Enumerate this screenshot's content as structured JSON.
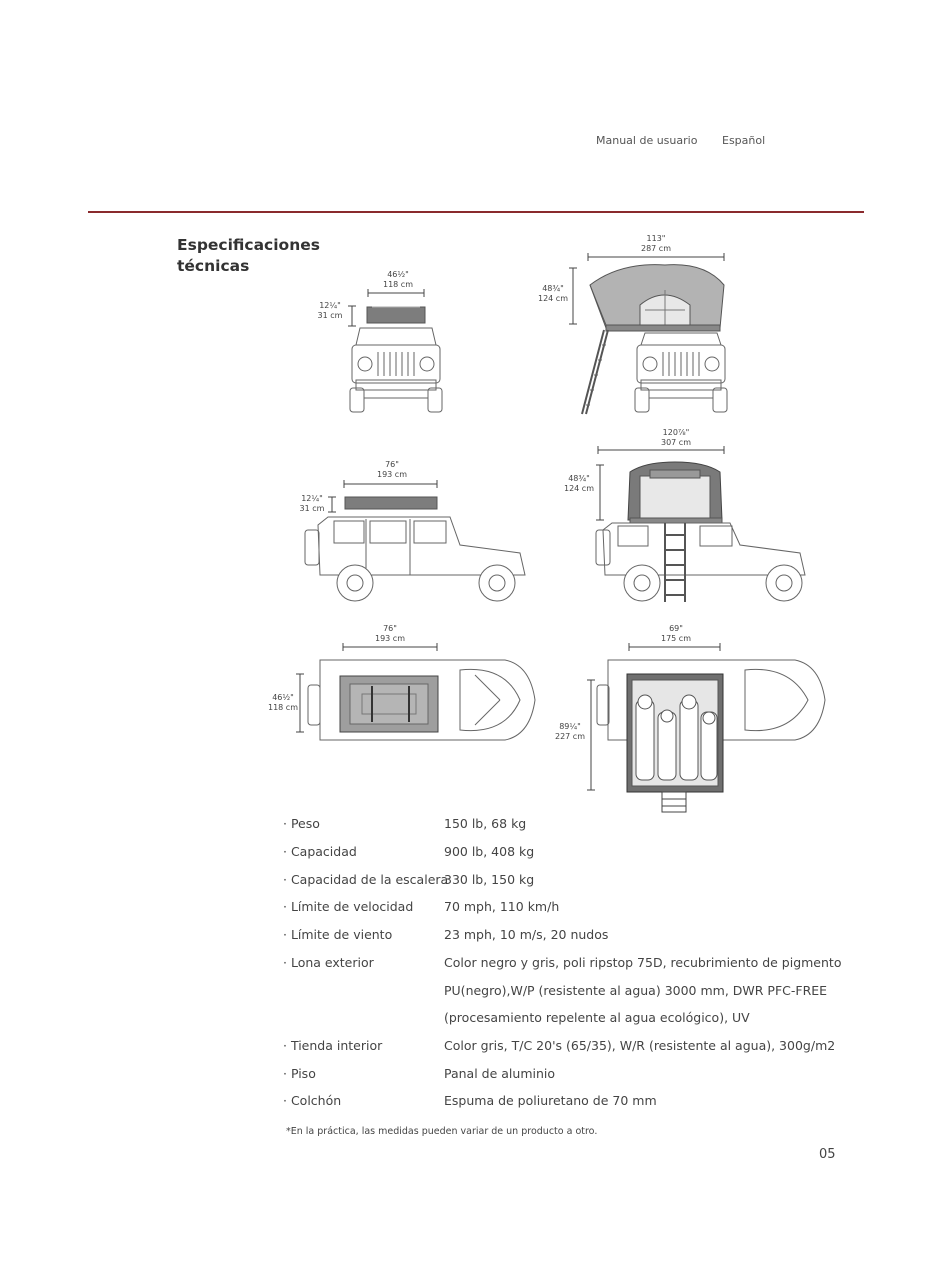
{
  "header": {
    "manual": "Manual de usuario",
    "language": "Español"
  },
  "title_line1": "Especificaciones",
  "title_line2": "técnicas",
  "dims": {
    "front_closed_w_in": "46½\"",
    "front_closed_w_cm": "118 cm",
    "front_closed_h_in": "12¼\"",
    "front_closed_h_cm": "31 cm",
    "front_open_w_in": "113\"",
    "front_open_w_cm": "287 cm",
    "front_open_h_in": "48¾\"",
    "front_open_h_cm": "124 cm",
    "side_closed_w_in": "76\"",
    "side_closed_w_cm": "193 cm",
    "side_closed_h_in": "12¼\"",
    "side_closed_h_cm": "31 cm",
    "side_open_w_in": "120⅞\"",
    "side_open_w_cm": "307 cm",
    "side_open_h_in": "48¾\"",
    "side_open_h_cm": "124 cm",
    "top_closed_w_in": "76\"",
    "top_closed_w_cm": "193 cm",
    "top_closed_h_in": "46½\"",
    "top_closed_h_cm": "118 cm",
    "top_open_w_in": "69\"",
    "top_open_w_cm": "175 cm",
    "top_open_h_in": "89¼\"",
    "top_open_h_cm": "227 cm"
  },
  "specs": [
    {
      "label": "· Peso",
      "value": "150 lb, 68 kg"
    },
    {
      "label": "· Capacidad",
      "value": "900 lb, 408 kg"
    },
    {
      "label": "· Capacidad de la escalera",
      "value": "330 lb, 150 kg"
    },
    {
      "label": "· Límite de velocidad",
      "value": "70 mph, 110 km/h"
    },
    {
      "label": "· Límite de viento",
      "value": "23 mph, 10 m/s, 20 nudos"
    },
    {
      "label": "· Lona exterior",
      "value": "Color negro y gris, poli ripstop 75D, recubrimiento de pigmento"
    },
    {
      "label": "",
      "value": "PU(negro),W/P (resistente al agua) 3000 mm, DWR PFC-FREE"
    },
    {
      "label": "",
      "value": "(procesamiento repelente al agua ecológico), UV"
    },
    {
      "label": "· Tienda interior",
      "value": "Color gris, T/C 20's (65/35), W/R (resistente al agua), 300g/m2"
    },
    {
      "label": "· Piso",
      "value": "Panal de aluminio"
    },
    {
      "label": "· Colchón",
      "value": "Espuma de poliuretano de 70 mm"
    }
  ],
  "note": "*En la práctica, las medidas pueden variar de un producto a otro.",
  "page_number": "05"
}
